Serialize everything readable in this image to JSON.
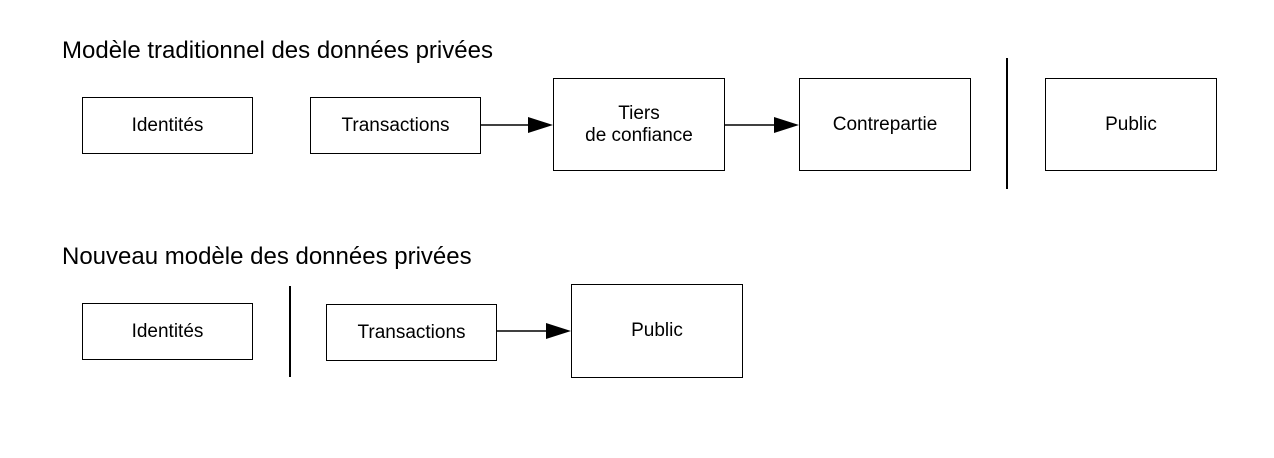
{
  "traditional_model": {
    "title": "Modèle traditionnel des données privées",
    "identities": "Identités",
    "transactions": "Transactions",
    "trusted_third_party": "Tiers\nde confiance",
    "counterparty": "Contrepartie",
    "public": "Public"
  },
  "new_model": {
    "title": "Nouveau modèle des données privées",
    "identities": "Identités",
    "transactions": "Transactions",
    "public": "Public"
  }
}
